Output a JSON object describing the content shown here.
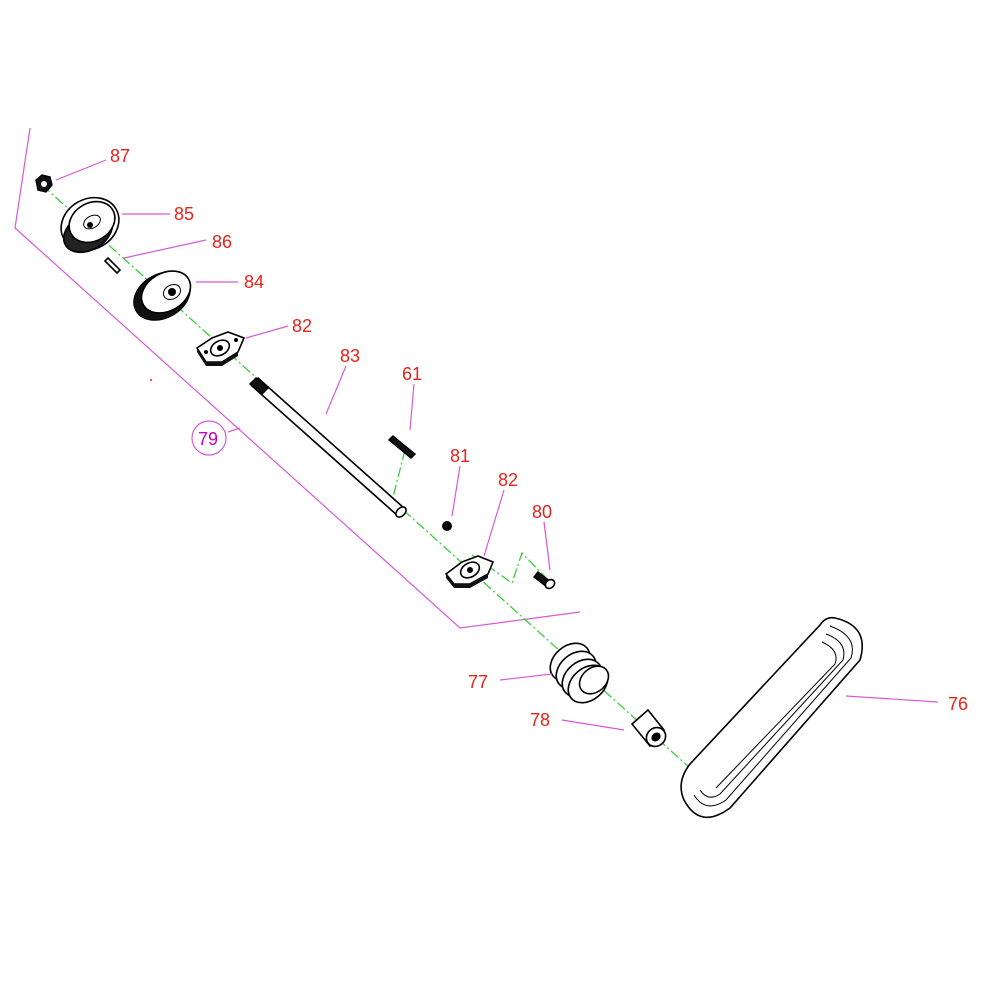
{
  "diagram": {
    "accent_colors": {
      "callout_text": "#e8231c",
      "leader_line": "#d65ad6",
      "center_axis": "#38d038",
      "part_outline": "#000000"
    },
    "callouts": {
      "c87": "87",
      "c85": "85",
      "c86": "86",
      "c84": "84",
      "c82a": "82",
      "c83": "83",
      "c61": "61",
      "c81": "81",
      "c82b": "82",
      "c80": "80",
      "c79": "79",
      "c77": "77",
      "c78": "78",
      "c76": "76"
    }
  }
}
